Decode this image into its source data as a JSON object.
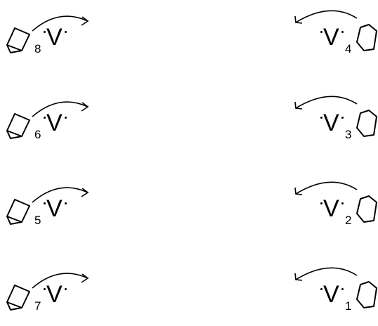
{
  "symbol": "V",
  "left_column": [
    {
      "number": "8"
    },
    {
      "number": "6"
    },
    {
      "number": "5"
    },
    {
      "number": "7"
    }
  ],
  "right_column": [
    {
      "number": "4"
    },
    {
      "number": "3"
    },
    {
      "number": "2"
    },
    {
      "number": "1"
    }
  ]
}
